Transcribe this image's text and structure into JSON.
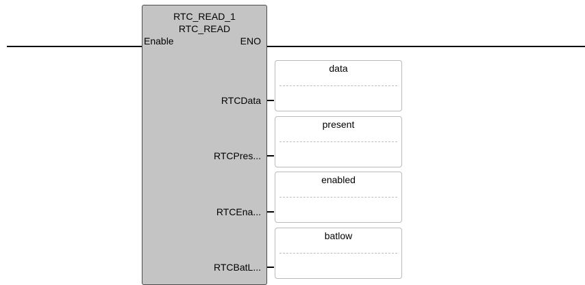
{
  "block": {
    "instance_name": "RTC_READ_1",
    "type_name": "RTC_READ",
    "inputs": [
      {
        "label": "Enable"
      }
    ],
    "outputs": [
      {
        "label": "ENO"
      },
      {
        "label": "RTCData"
      },
      {
        "label": "RTCPres..."
      },
      {
        "label": "RTCEna..."
      },
      {
        "label": "RTCBatL..."
      }
    ]
  },
  "variables": [
    {
      "name": "data"
    },
    {
      "name": "present"
    },
    {
      "name": "enabled"
    },
    {
      "name": "batlow"
    }
  ]
}
